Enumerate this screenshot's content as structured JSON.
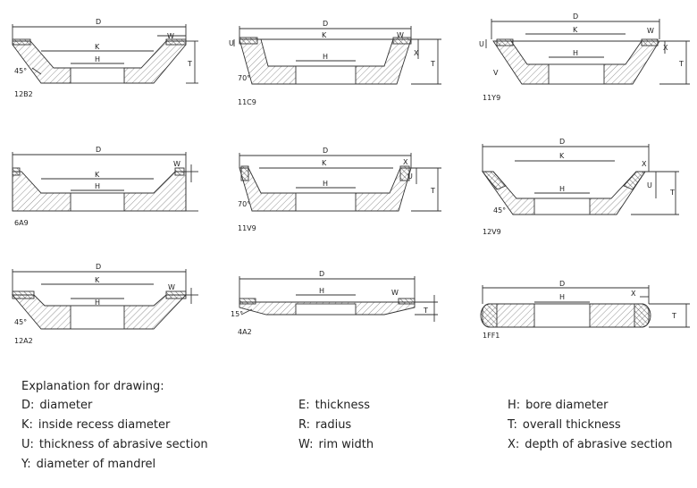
{
  "drawings": [
    {
      "code": "12B2",
      "dims": [
        "D",
        "K",
        "H",
        "W",
        "T",
        "45°"
      ]
    },
    {
      "code": "11C9",
      "dims": [
        "D",
        "K",
        "H",
        "W",
        "X",
        "U",
        "T",
        "70°"
      ]
    },
    {
      "code": "11Y9",
      "dims": [
        "D",
        "K",
        "H",
        "W",
        "X",
        "U",
        "T",
        "V"
      ]
    },
    {
      "code": "6A9",
      "dims": [
        "D",
        "K",
        "H",
        "W"
      ]
    },
    {
      "code": "11V9",
      "dims": [
        "D",
        "K",
        "H",
        "X",
        "U",
        "T",
        "70°"
      ]
    },
    {
      "code": "12V9",
      "dims": [
        "D",
        "K",
        "H",
        "X",
        "U",
        "T",
        "45°"
      ]
    },
    {
      "code": "12A2",
      "dims": [
        "D",
        "K",
        "H",
        "W",
        "45°"
      ]
    },
    {
      "code": "4A2",
      "dims": [
        "D",
        "H",
        "W",
        "T",
        "15°"
      ]
    },
    {
      "code": "1FF1",
      "dims": [
        "D",
        "H",
        "X",
        "T"
      ]
    }
  ],
  "legend": {
    "title": "Explanation for drawing:",
    "items": [
      {
        "key": "D:",
        "text": "diameter"
      },
      {
        "key": "K:",
        "text": "inside recess diameter"
      },
      {
        "key": "U:",
        "text": "thickness of abrasive section"
      },
      {
        "key": "Y:",
        "text": "diameter of mandrel"
      },
      {
        "key": "E:",
        "text": "thickness"
      },
      {
        "key": "R:",
        "text": "radius"
      },
      {
        "key": "W:",
        "text": "rim width"
      },
      {
        "key": "H:",
        "text": "bore diameter"
      },
      {
        "key": "T:",
        "text": "overall thickness"
      },
      {
        "key": "X:",
        "text": "depth of abrasive section"
      }
    ]
  }
}
